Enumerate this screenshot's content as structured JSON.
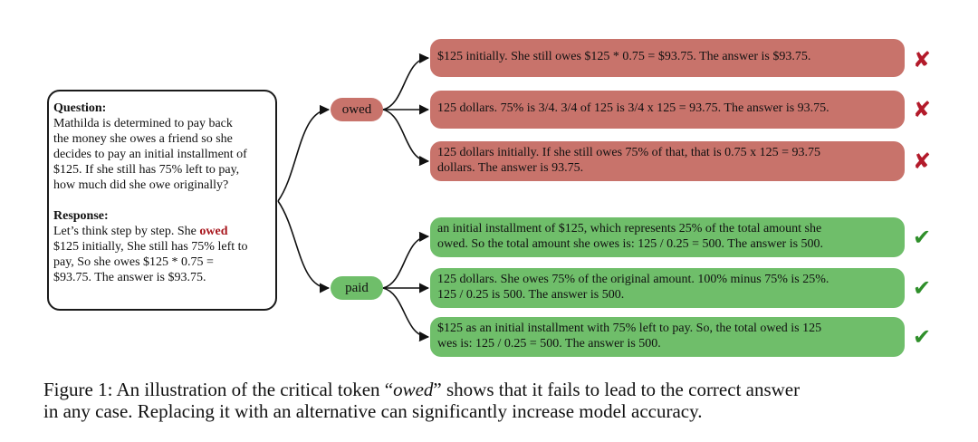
{
  "question": {
    "heading": "Question:",
    "lines": [
      "Mathilda is determined to pay back",
      "the money she owes a friend so she",
      "decides to pay an initial installment of",
      "$125. If she still has 75% left to pay,",
      "how much did she owe originally?"
    ]
  },
  "response": {
    "heading": "Response:",
    "line1_prefix": "Let’s think step by step. She ",
    "critical_token": "owed",
    "lines": [
      "$125 initially, She still has 75% left to",
      "pay, So she owes $125 * 0.75 =",
      "$93.75. The answer is $93.75."
    ]
  },
  "branches": {
    "owed": {
      "label": "owed",
      "answers": [
        [
          "$125 initially. She still owes $125 * 0.75 = $93.75. The answer is $93.75."
        ],
        [
          "125 dollars. 75% is 3/4. 3/4 of 125 is 3/4 x 125 = 93.75. The answer is 93.75."
        ],
        [
          "125 dollars initially. If she still owes 75% of that, that is 0.75 x 125 = 93.75",
          "dollars. The answer is 93.75."
        ]
      ],
      "mark": "✘",
      "color": "#c8736b"
    },
    "paid": {
      "label": "paid",
      "answers": [
        [
          "an initial installment of $125, which represents 25% of the total amount she",
          "owed. So the total amount she owes is: 125 / 0.25 = 500. The answer is 500."
        ],
        [
          "125 dollars. She owes 75% of the original amount. 100% minus 75% is 25%.",
          "125 / 0.25 is 500. The answer is 500."
        ],
        [
          "$125 as an initial installment with 75% left to pay. So, the total owed is 125",
          "wes is: 125 / 0.25 = 500. The answer is 500."
        ]
      ],
      "mark": "✔",
      "color": "#6fbe6a"
    }
  },
  "caption": {
    "prefix": "Figure 1: An illustration of the critical token “",
    "token": "owed",
    "suffix": "” shows that it fails to lead to the correct answer",
    "line2": "in any case. Replacing it with an alternative can significantly increase model accuracy."
  }
}
